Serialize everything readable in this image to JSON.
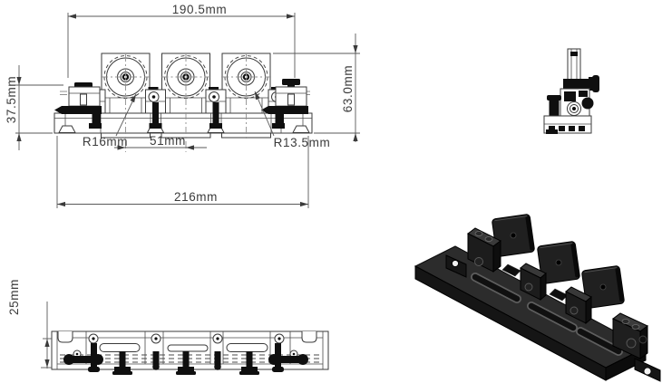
{
  "drawing": {
    "background": "#ffffff",
    "line_color": "#3a3a3a",
    "centerline_color": "#8f8f8f",
    "solid_fill": "#0f0f0f",
    "iso_body_fill": "#1d1d1d",
    "iso_top_fill": "#323232",
    "dimensions": {
      "overall_width": "190.5mm",
      "base_width": "216mm",
      "height_left": "37.5mm",
      "height_right": "63.0mm",
      "radius_first": "R16mm",
      "spacing": "51mm",
      "radius_third": "R13.5mm",
      "base_height": "25mm"
    }
  }
}
